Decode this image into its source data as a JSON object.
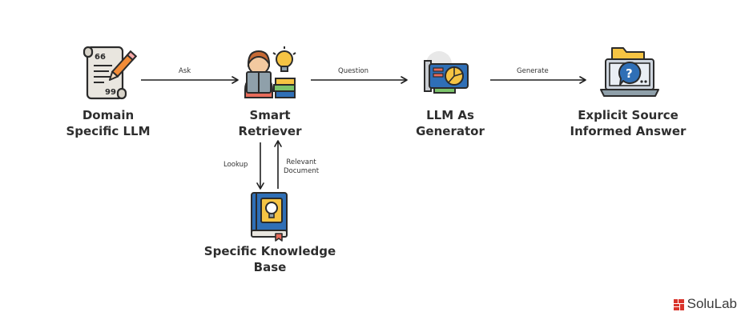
{
  "nodes": {
    "domain_llm": {
      "label_line1": "Domain",
      "label_line2": "Specific LLM",
      "icon": "script-scroll-pencil-icon",
      "icon_text_top": "66",
      "icon_text_bottom": "99"
    },
    "smart_retriever": {
      "label_line1": "Smart",
      "label_line2": "Retriever",
      "icon": "reader-with-lightbulb-icon"
    },
    "llm_generator": {
      "label_line1": "LLM As",
      "label_line2": "Generator",
      "icon": "graphics-card-icon"
    },
    "explicit_answer": {
      "label_line1": "Explicit Source",
      "label_line2": "Informed Answer",
      "icon": "laptop-question-folder-icon"
    },
    "knowledge_base": {
      "label_line1": "Specific Knowledge",
      "label_line2": "Base",
      "icon": "book-lightbulb-icon"
    }
  },
  "edges": {
    "ask": {
      "label": "Ask",
      "from": "Domain Specific LLM",
      "to": "Smart Retriever"
    },
    "question": {
      "label": "Question",
      "from": "Smart Retriever",
      "to": "LLM As Generator"
    },
    "generate": {
      "label": "Generate",
      "from": "LLM As Generator",
      "to": "Explicit Source Informed Answer"
    },
    "lookup": {
      "label": "Lookup",
      "from": "Smart Retriever",
      "to": "Specific Knowledge Base"
    },
    "relevant_document": {
      "label_line1": "Relevant",
      "label_line2": "Document",
      "from": "Specific Knowledge Base",
      "to": "Smart Retriever"
    }
  },
  "watermark": {
    "text": "SoluLab",
    "icon": "solulab-logo-icon"
  },
  "colors": {
    "arrow": "#1f1f1f",
    "blue": "#2f6fb6",
    "yellow": "#f6c443",
    "orange": "#f28c38",
    "paper": "#e9e6df"
  }
}
